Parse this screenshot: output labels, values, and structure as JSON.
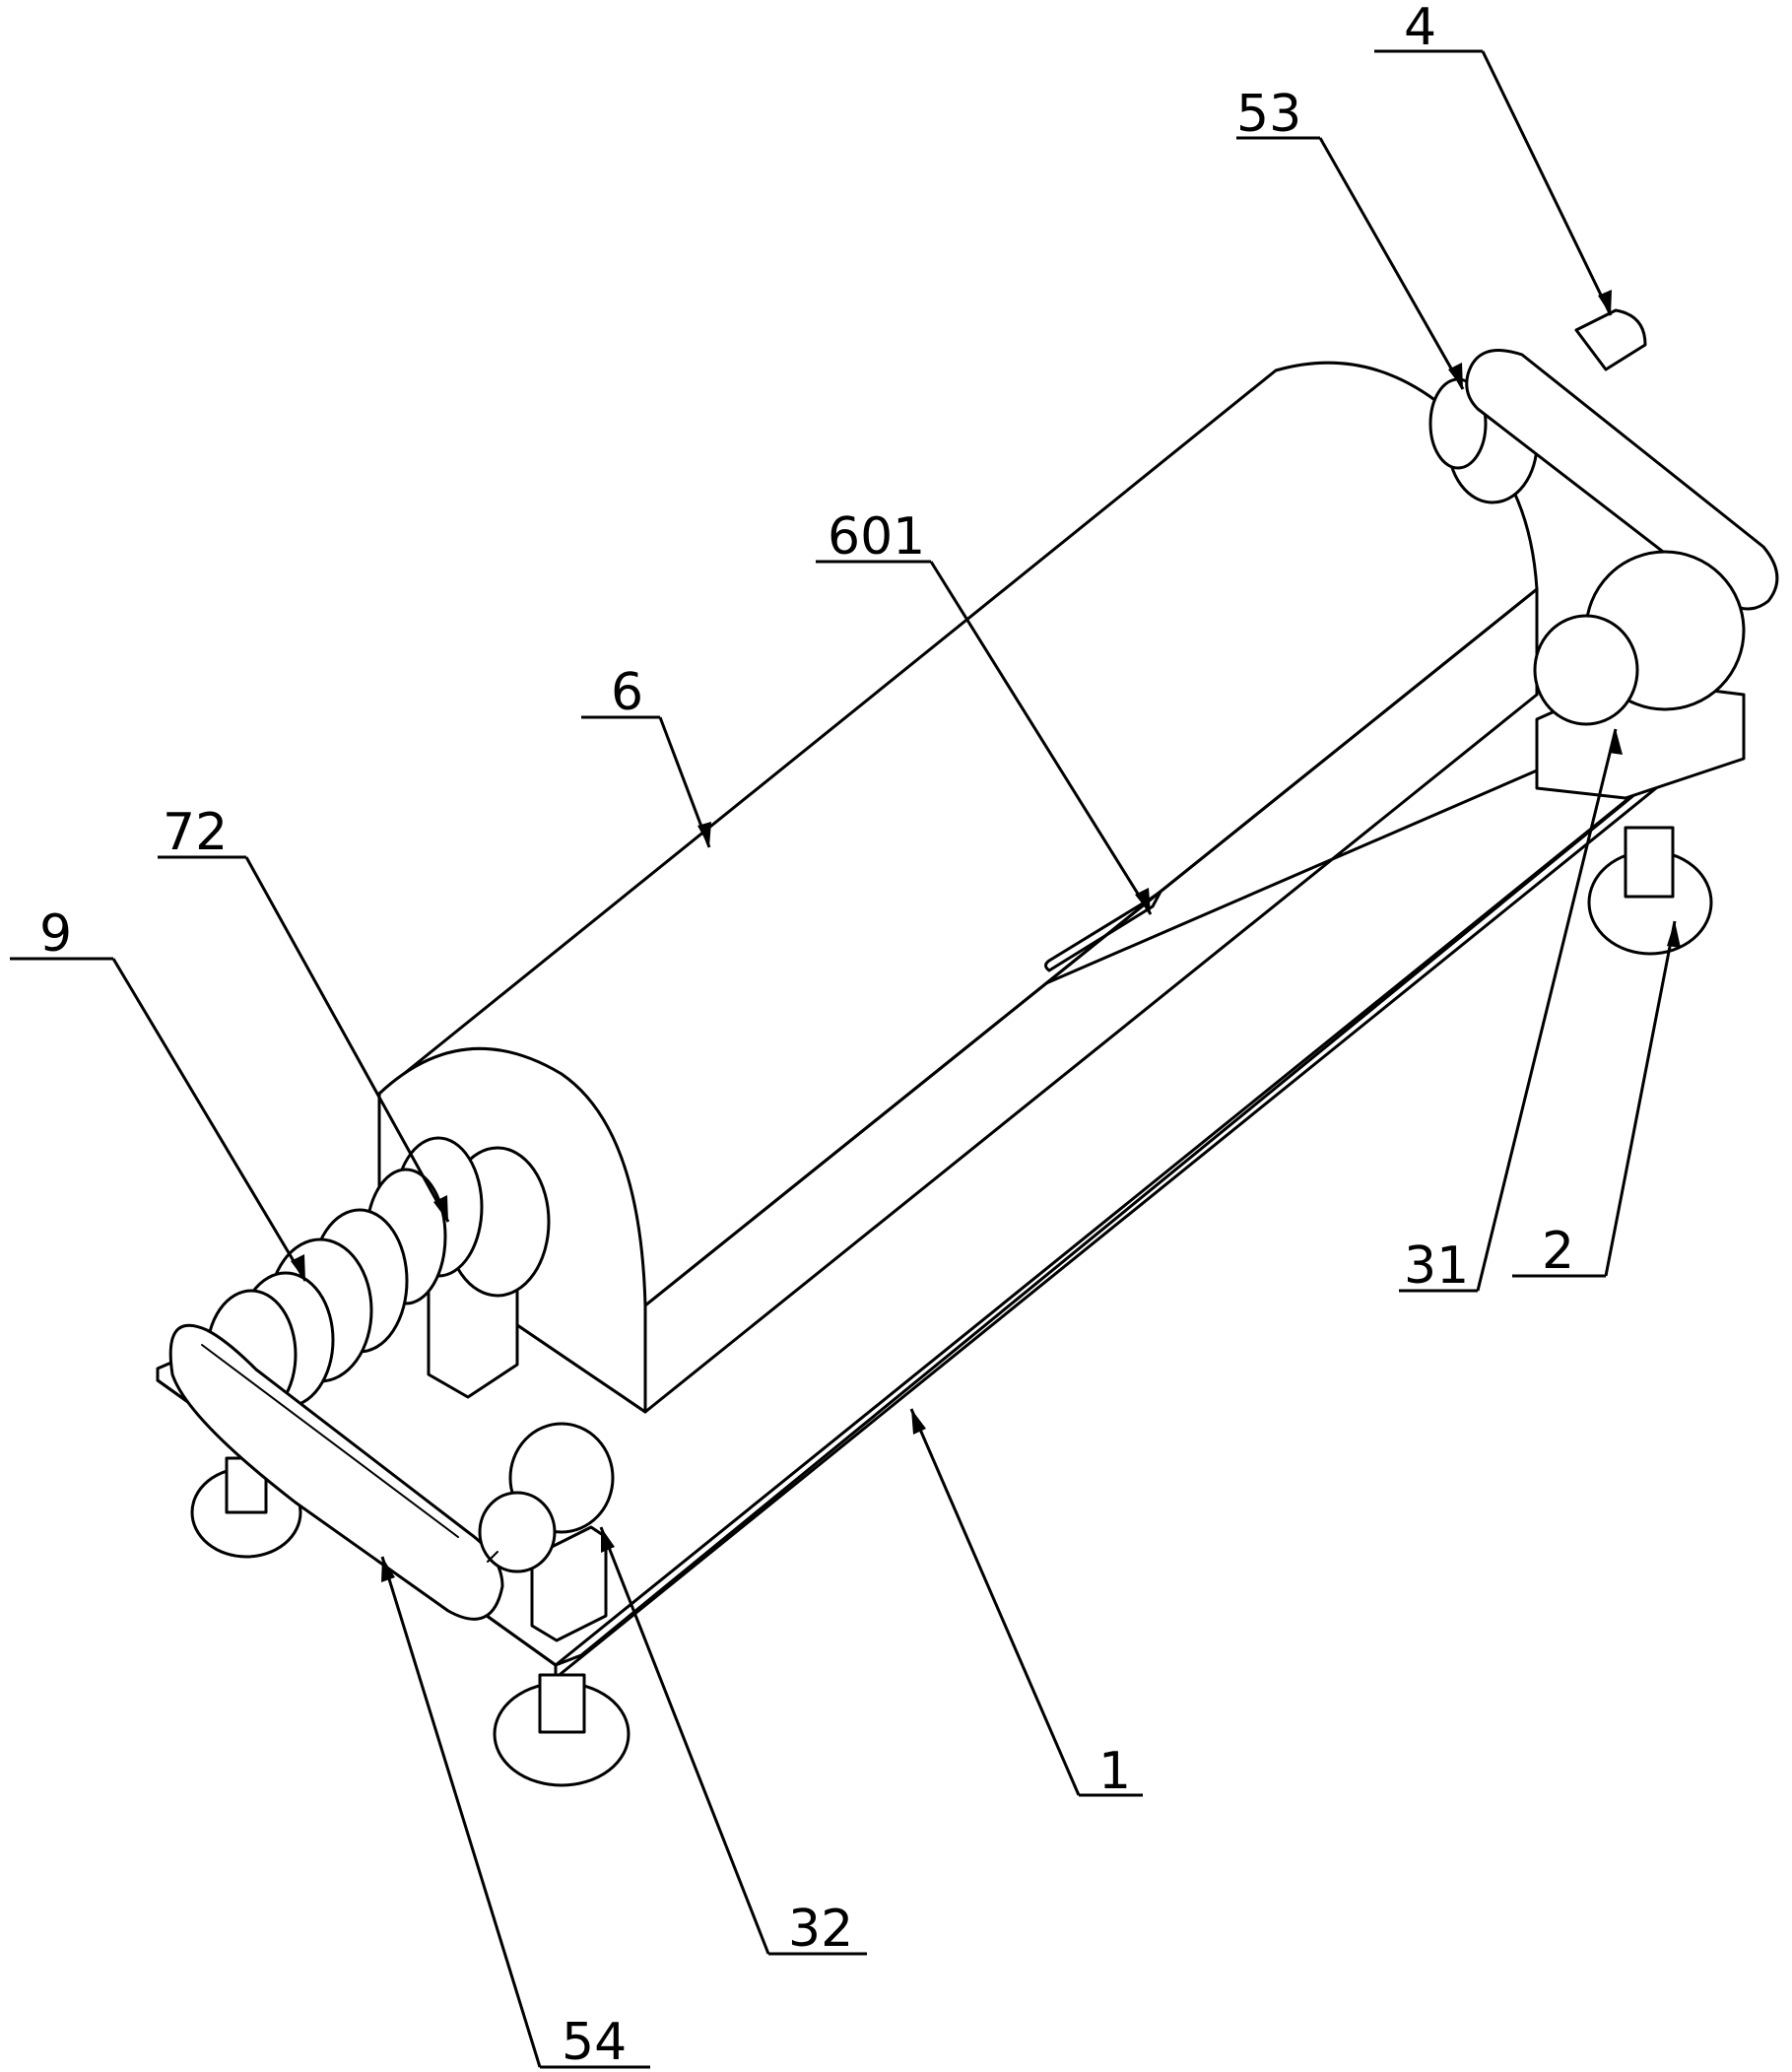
{
  "labels": {
    "l4": "4",
    "l53": "53",
    "l601": "601",
    "l6": "6",
    "l72": "72",
    "l9": "9",
    "l31": "31",
    "l2": "2",
    "l1": "1",
    "l32": "32",
    "l54": "54"
  }
}
